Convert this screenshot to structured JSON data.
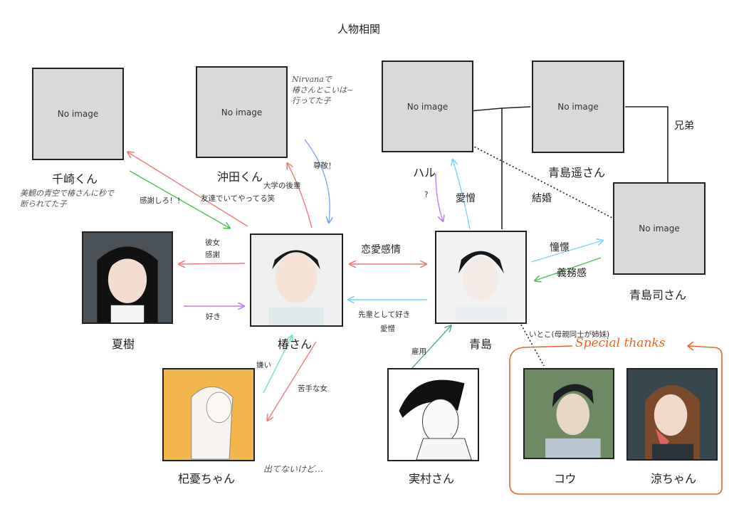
{
  "title": "人物相関",
  "no_image": "No image",
  "names": {
    "chisaki": "千崎くん",
    "okita": "沖田くん",
    "haru": "ハル",
    "haruka": "青島遥さん",
    "tsukasa": "青島司さん",
    "natsuki": "夏樹",
    "tsubaki": "椿さん",
    "aoshima": "青島",
    "kiyuu": "杞憂ちゃん",
    "sanemura": "実村さん",
    "kou": "コウ",
    "ryou": "涼ちゃん"
  },
  "edge_labels": {
    "kansha_shiro": "感謝しろ！！",
    "tomodachi": "友達でいてやってる笑",
    "daigaku_kouhai": "大学の後輩",
    "sonkei": "尊敬！",
    "kanojo_kansha_1": "彼女",
    "kanojo_kansha_2": "感謝",
    "suki": "好き",
    "renai": "恋愛感情",
    "senpai_1": "先輩として好き",
    "senpai_2": "愛憎",
    "question": "?",
    "aizou": "愛憎",
    "kekkon": "結婚",
    "kyoudai": "兄弟",
    "shoukei": "憧憬",
    "gimukan": "義務感",
    "kirai": "嫌い",
    "nigate": "苦手な女",
    "koyou": "雇用",
    "itoko": "いとこ(母親同士が姉妹)"
  },
  "handwritten": {
    "nirvana_1": "Nirvanaで",
    "nirvana_2": "椿さんとこいは~",
    "nirvana_3": "行ってた子",
    "chisaki_1": "美観の青空で椿さんに秒で",
    "chisaki_2": "断られてた子",
    "kiyuu_note": "出てないけど…",
    "special": "Special thanks"
  },
  "colors": {
    "red": "#f07a7a",
    "blue": "#7fa8f0",
    "green": "#4fbf5a",
    "cyan": "#7ed3f2",
    "purple": "#c07ff0",
    "teal": "#5aa98a",
    "mint": "#6fe0c0",
    "orange": "#e8662d"
  }
}
